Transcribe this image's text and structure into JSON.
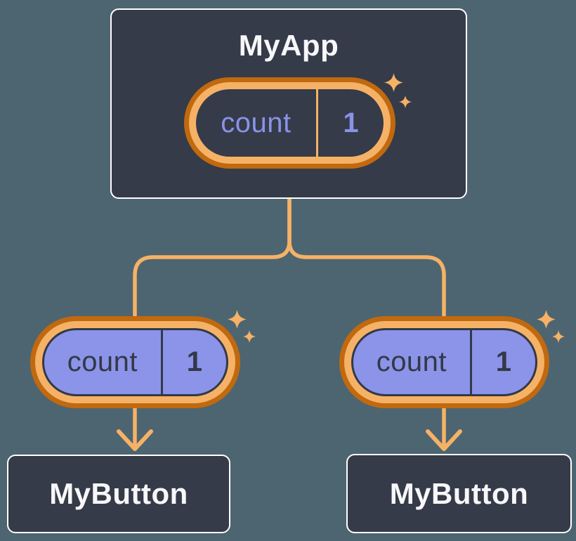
{
  "colors": {
    "background": "#4d6570",
    "node_fill": "#353b48",
    "node_border": "#ffffff",
    "orange_dark": "#c1690f",
    "orange_light": "#f5b266",
    "purple_fill": "#8b94e8",
    "purple_text": "#8a92e8",
    "pill_dark": "#333947",
    "title_text": "#f7f7f9"
  },
  "tree": {
    "root": {
      "title": "MyApp",
      "state_pill": {
        "key": "count",
        "value": "1"
      }
    },
    "children": [
      {
        "title": "MyButton",
        "prop_pill": {
          "key": "count",
          "value": "1"
        }
      },
      {
        "title": "MyButton",
        "prop_pill": {
          "key": "count",
          "value": "1"
        }
      }
    ]
  }
}
